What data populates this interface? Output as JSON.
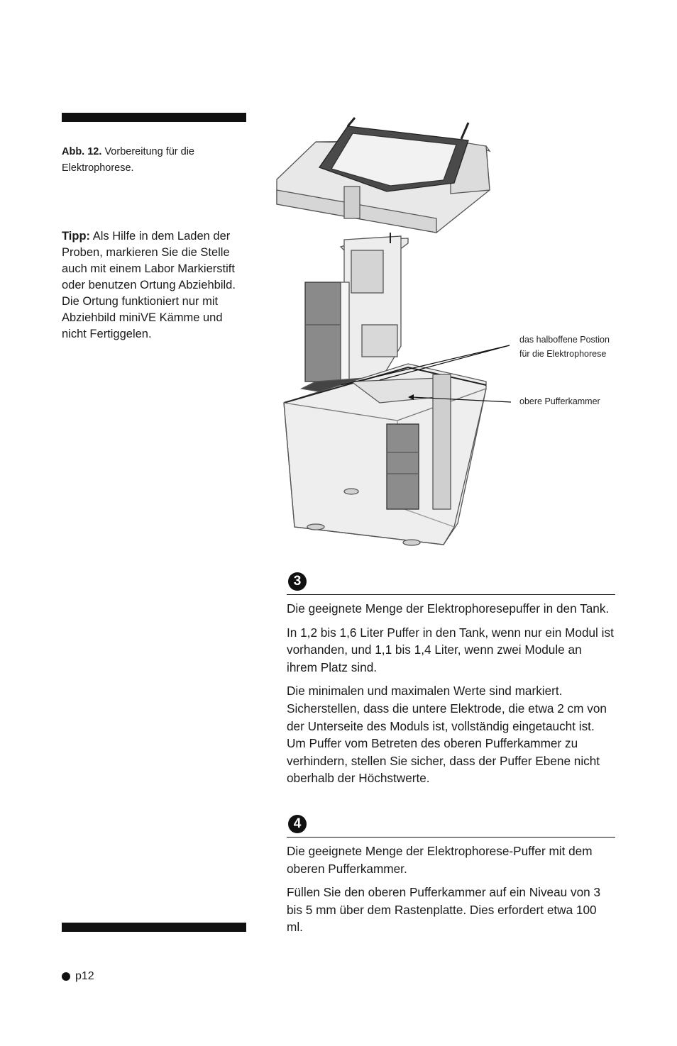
{
  "caption": {
    "label": "Abb. 12.",
    "text": "Vorbereitung für die Elektrophorese."
  },
  "tip": {
    "label": "Tipp:",
    "text": "Als Hilfe in dem Laden der Proben, markieren Sie die Stelle auch mit einem Labor Markierstift oder benutzen Ortung Abziehbild. Die Ortung funktioniert nur mit Abziehbild miniVE Kämme und nicht Fertiggelen."
  },
  "figure": {
    "callouts": [
      {
        "line1": "das halboffene Postion",
        "line2": "für die Elektrophorese"
      },
      {
        "line1": "obere Pufferkammer"
      }
    ]
  },
  "steps": [
    {
      "number": "3",
      "paragraphs": [
        "Die geeignete Menge der Elektrophoresepuffer in den Tank.",
        "In 1,2 bis 1,6 Liter Puffer in den Tank, wenn nur ein Modul ist vorhanden, und 1,1 bis 1,4 Liter, wenn zwei Module an ihrem Platz sind.",
        "Die minimalen und maximalen Werte sind markiert. Sicherstellen, dass die untere Elektrode, die etwa 2 cm von der Unterseite des Moduls ist, vollständig eingetaucht ist. Um Puffer vom Betreten des oberen Pufferkammer zu verhindern, stellen Sie sicher, dass der Puffer Ebene nicht oberhalb der Höchstwerte."
      ]
    },
    {
      "number": "4",
      "paragraphs": [
        "Die geeignete Menge der Elektrophorese-Puffer mit dem oberen Pufferkammer.",
        "Füllen Sie den oberen Pufferkammer auf ein Niveau von 3 bis 5 mm über dem Rastenplatte. Dies erfordert etwa 100 ml."
      ]
    }
  ],
  "footer": {
    "page": "p12"
  }
}
